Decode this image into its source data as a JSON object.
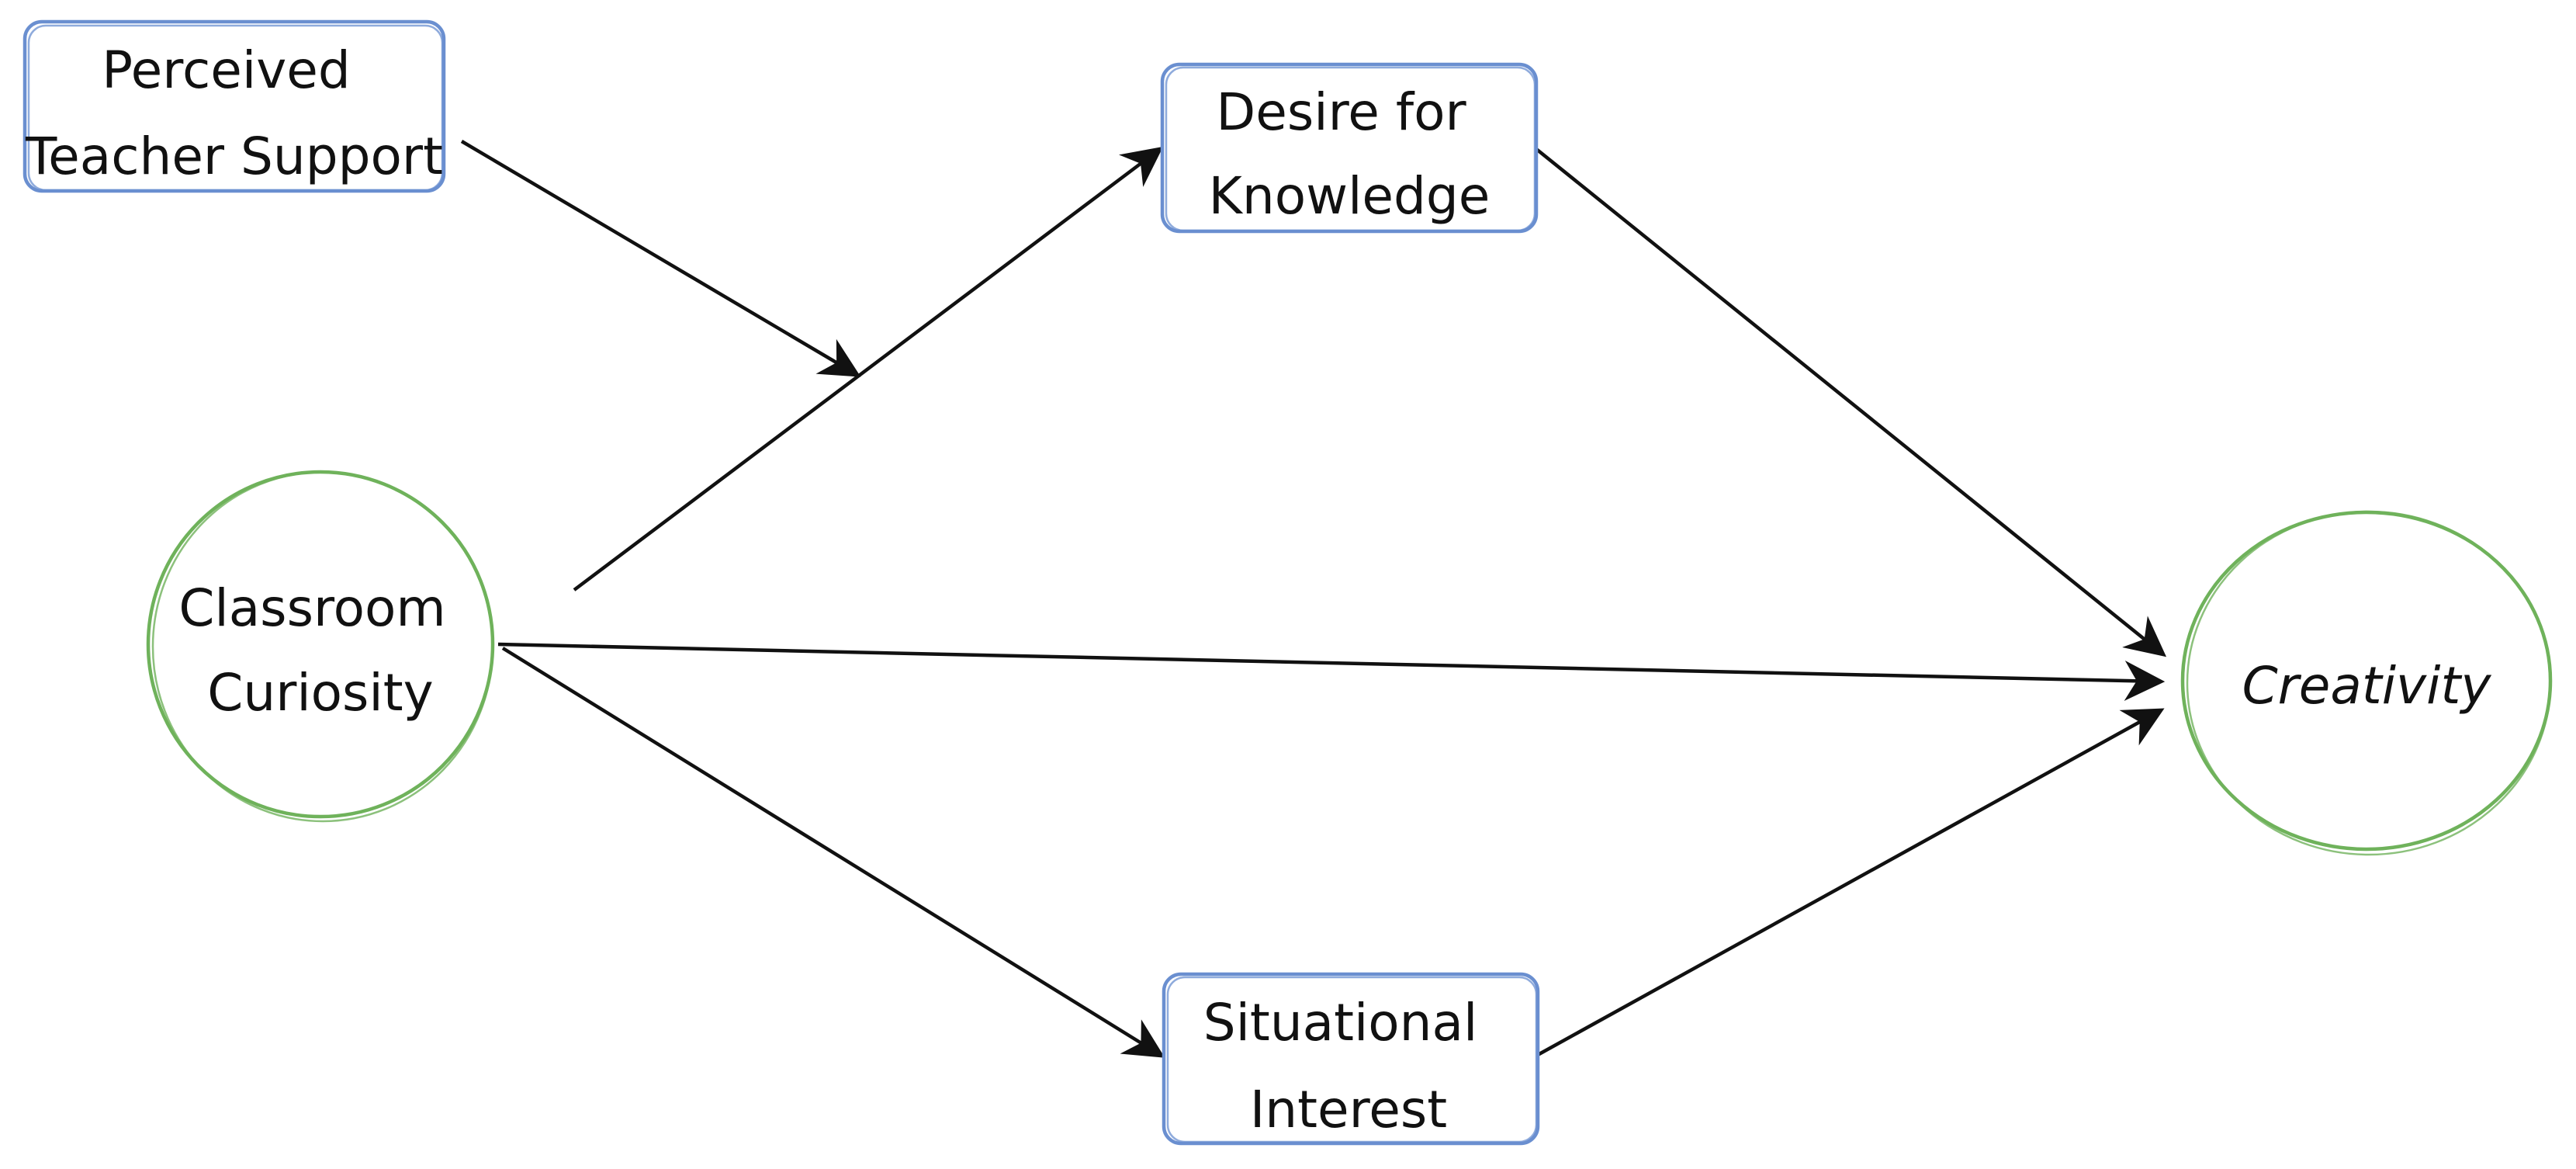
{
  "colors": {
    "box_stroke": "#6a8fd0",
    "circle_stroke": "#6fb25b",
    "edge": "#111111",
    "text": "#111111"
  },
  "nodes": {
    "teacher_support": {
      "shape": "rounded-rect",
      "lines": [
        "Perceived",
        "Teacher Support"
      ]
    },
    "classroom_curiosity": {
      "shape": "circle",
      "lines": [
        "Classroom",
        "Curiosity"
      ]
    },
    "desire_knowledge": {
      "shape": "rounded-rect",
      "lines": [
        "Desire for",
        "Knowledge"
      ]
    },
    "situational_interest": {
      "shape": "rounded-rect",
      "lines": [
        "Situational",
        "Interest"
      ]
    },
    "creativity": {
      "shape": "circle",
      "lines": [
        "Creativity"
      ]
    }
  },
  "edges": [
    {
      "from": "classroom_curiosity",
      "to": "desire_knowledge"
    },
    {
      "from": "classroom_curiosity",
      "to": "creativity"
    },
    {
      "from": "classroom_curiosity",
      "to": "situational_interest"
    },
    {
      "from": "desire_knowledge",
      "to": "creativity"
    },
    {
      "from": "situational_interest",
      "to": "creativity"
    },
    {
      "from": "teacher_support",
      "to": "path:classroom_curiosity->desire_knowledge",
      "type": "moderation"
    }
  ]
}
